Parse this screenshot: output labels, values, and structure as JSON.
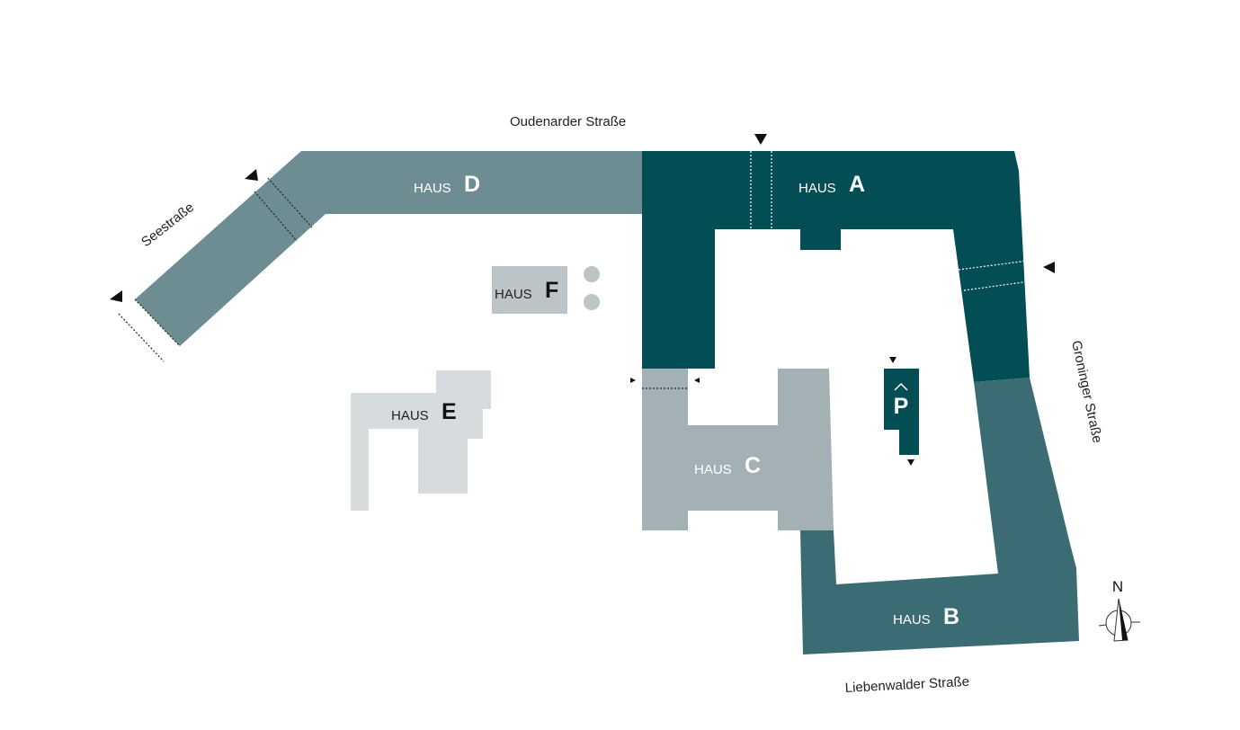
{
  "streets": {
    "north": "Oudenarder Straße",
    "west": "Seestraße",
    "east": "Groninger Straße",
    "south": "Liebenwalder Straße"
  },
  "buildings": {
    "a": {
      "prefix": "HAUS",
      "letter": "A",
      "color": "#034d55"
    },
    "b": {
      "prefix": "HAUS",
      "letter": "B",
      "color": "#3b6c73"
    },
    "c": {
      "prefix": "HAUS",
      "letter": "C",
      "color": "#a3b1b5"
    },
    "d": {
      "prefix": "HAUS",
      "letter": "D",
      "color": "#6e8d92"
    },
    "e": {
      "prefix": "HAUS",
      "letter": "E",
      "color": "#d6dcde"
    },
    "f": {
      "prefix": "HAUS",
      "letter": "F",
      "color": "#bcc4c7"
    }
  },
  "parking": {
    "label": "P",
    "icon": "parking-garage-icon"
  },
  "compass": {
    "label": "N",
    "icon": "north-arrow-icon"
  }
}
